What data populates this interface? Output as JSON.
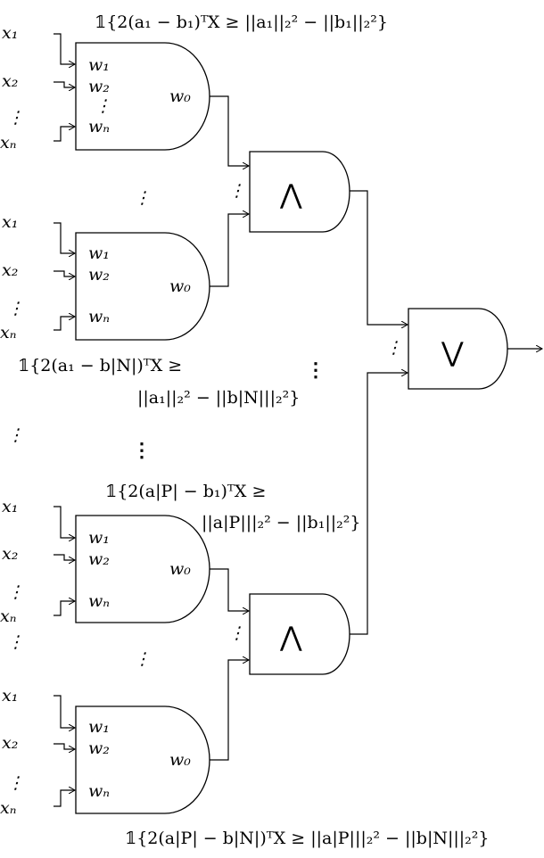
{
  "inputs": {
    "x1": "x₁",
    "x2": "x₂",
    "xn": "xₙ",
    "vdots": "⋮"
  },
  "weights": {
    "w1": "w₁",
    "w2": "w₂",
    "wn": "wₙ",
    "w0": "w₀"
  },
  "gates": {
    "and_symbol": "⋀",
    "or_symbol": "⋁"
  },
  "conditions": {
    "c_1_1": "𝟙{2(a₁ − b₁)ᵀX ≥ ||a₁||₂² − ||b₁||₂²}",
    "c_1_N_line1": "𝟙{2(a₁ − b|N|)ᵀX ≥",
    "c_1_N_line2": "||a₁||₂² − ||b|N|||₂²}",
    "c_P_1_line1": "𝟙{2(a|P| − b₁)ᵀX ≥",
    "c_P_1_line2": "||a|P|||₂² − ||b₁||₂²}",
    "c_P_N": "𝟙{2(a|P| − b|N|)ᵀX ≥ ||a|P|||₂² − ||b|N|||₂²}"
  },
  "ellipsis": {
    "vertical": "⋮"
  }
}
